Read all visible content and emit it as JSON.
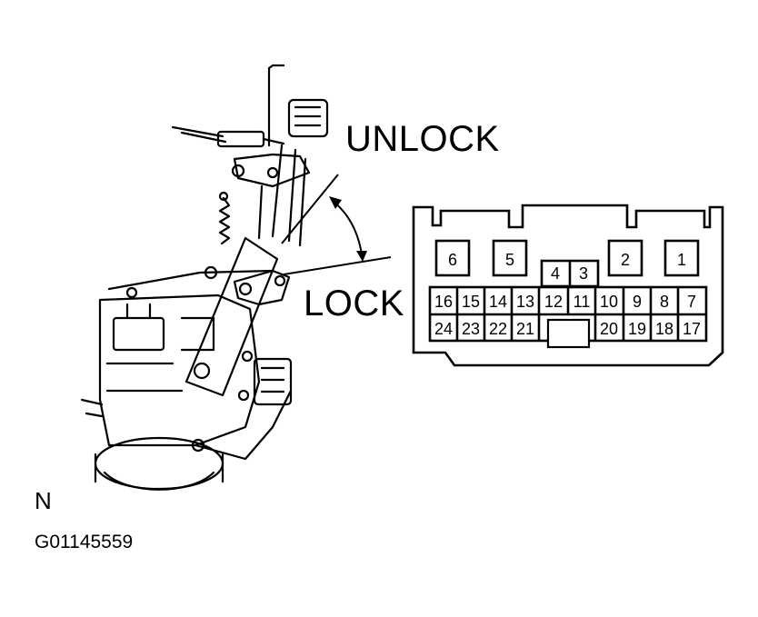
{
  "labels": {
    "unlock": "UNLOCK",
    "lock": "LOCK",
    "view_letter": "N",
    "figure_code": "G01145559"
  },
  "connector": {
    "top_pins": [
      "6",
      "5",
      "4",
      "3",
      "2",
      "1"
    ],
    "row1": [
      "16",
      "15",
      "14",
      "13",
      "12",
      "11",
      "10",
      "9",
      "8",
      "7"
    ],
    "row2": [
      "24",
      "23",
      "22",
      "21",
      "20",
      "19",
      "18",
      "17"
    ]
  },
  "icons": {
    "lock_mechanism": "door-lock-actuator-illustration",
    "arrow": "double-headed-arc-arrow"
  }
}
